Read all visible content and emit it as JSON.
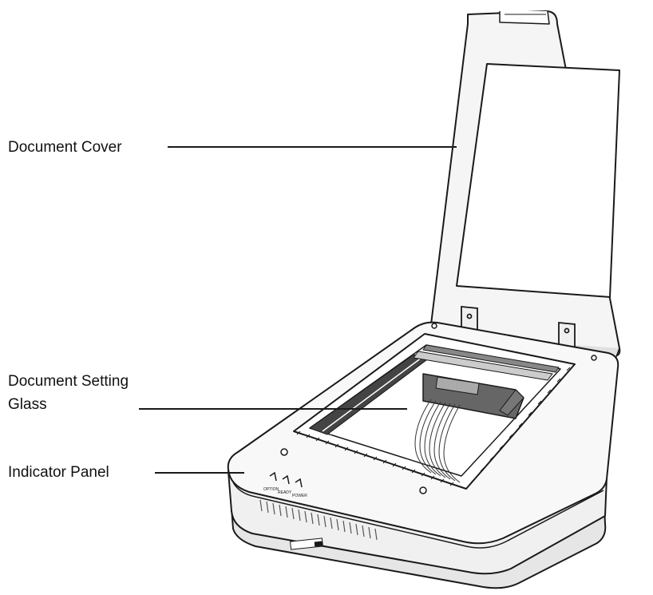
{
  "labels": {
    "document_cover": "Document Cover",
    "glass_line1": "Document Setting",
    "glass_line2": "Glass",
    "indicator_panel": "Indicator Panel"
  },
  "indicators": [
    "OPTION",
    "READY",
    "POWER"
  ],
  "colors": {
    "outline": "#1a1a1a",
    "body": "#f4f4f4",
    "shadow": "#d9d9d9",
    "glass_dark": "#444444",
    "carriage": "#666666"
  }
}
